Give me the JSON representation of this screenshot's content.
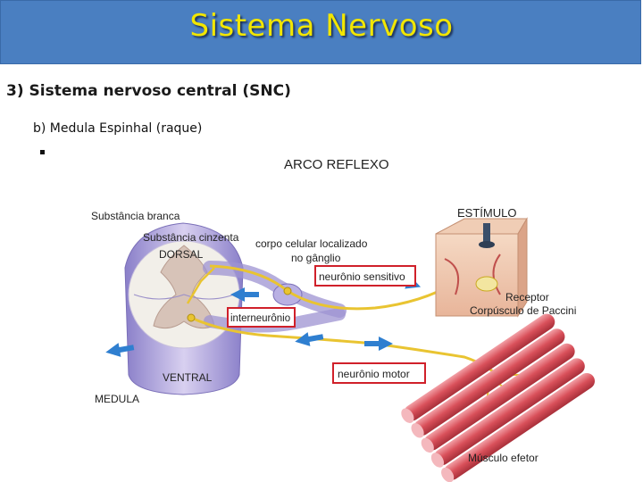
{
  "slide": {
    "title": "Sistema Nervoso",
    "heading": "3) Sistema nervoso central (SNC)",
    "subheading": "b) Medula Espinhal (raque)"
  },
  "figure": {
    "title": "ARCO REFLEXO",
    "labels": {
      "substancia_branca": "Substância branca",
      "substancia_cinzenta": "Substância cinzenta",
      "dorsal": "DORSAL",
      "ventral": "VENTRAL",
      "medula": "MEDULA",
      "corpo_celular_1": "corpo celular localizado",
      "corpo_celular_2": "no gânglio",
      "neuronio_sensitivo": "neurônio sensitivo",
      "interneuronio": "interneurônio",
      "neuronio_motor": "neurônio motor",
      "estimulo": "ESTÍMULO",
      "receptor": "Receptor",
      "corpusculo": "Corpúsculo de Paccini",
      "musculo": "Músculo efetor"
    },
    "colors": {
      "title_bar": "#4a7fc1",
      "title_text": "#f2e600",
      "highlight_box": "#d0202a",
      "nerve": "#e9c431",
      "muscle": "#d9505a",
      "cord_white": "#b3a6d8",
      "arrow": "#2f7fd0"
    }
  }
}
